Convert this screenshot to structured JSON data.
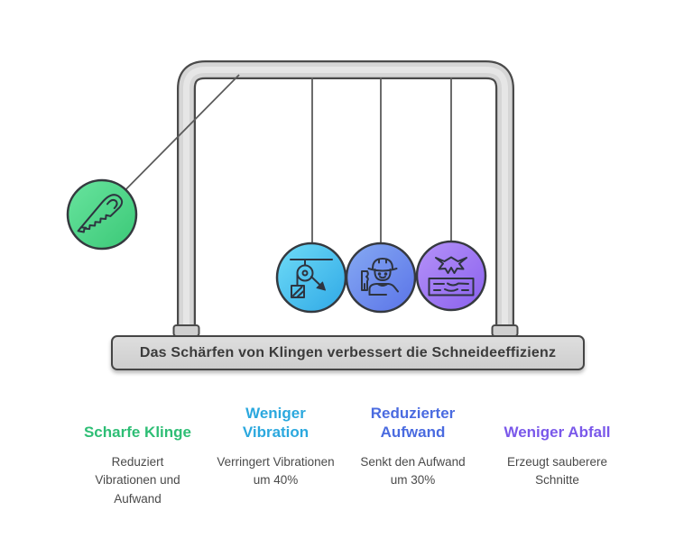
{
  "banner": {
    "text": "Das Schärfen von Klingen verbessert die Schneideeffizienz"
  },
  "cradle": {
    "balls": [
      {
        "name": "sharp-blade-ball",
        "icon": "handsaw-icon",
        "color_start": "#68e49e",
        "color_end": "#3bc877",
        "outline": "#35393f"
      },
      {
        "name": "less-vibration-ball",
        "icon": "pulley-icon",
        "color_start": "#6fdcf7",
        "color_end": "#2fa8e6",
        "outline": "#35393f"
      },
      {
        "name": "reduced-effort-ball",
        "icon": "worker-icon",
        "color_start": "#86aaf3",
        "color_end": "#5a73e8",
        "outline": "#35393f"
      },
      {
        "name": "less-waste-ball",
        "icon": "sawdust-plank-icon",
        "color_start": "#b592f8",
        "color_end": "#8a61ee",
        "outline": "#35393f"
      }
    ],
    "frame_color": "#d6d6d6",
    "frame_outline": "#4a4a4a",
    "string_color": "#5b5b5b"
  },
  "columns": [
    {
      "heading": "Scharfe Klinge",
      "heading_color": "#2ebe75",
      "body": "Reduziert Vibrationen und Aufwand"
    },
    {
      "heading": "Weniger Vibration",
      "heading_color": "#2ba8de",
      "body": "Verringert Vibrationen um 40%"
    },
    {
      "heading": "Reduzierter Aufwand",
      "heading_color": "#4a6be0",
      "body": "Senkt den Aufwand um 30%"
    },
    {
      "heading": "Weniger Abfall",
      "heading_color": "#7a58ea",
      "body": "Erzeugt sauberere Schnitte"
    }
  ]
}
